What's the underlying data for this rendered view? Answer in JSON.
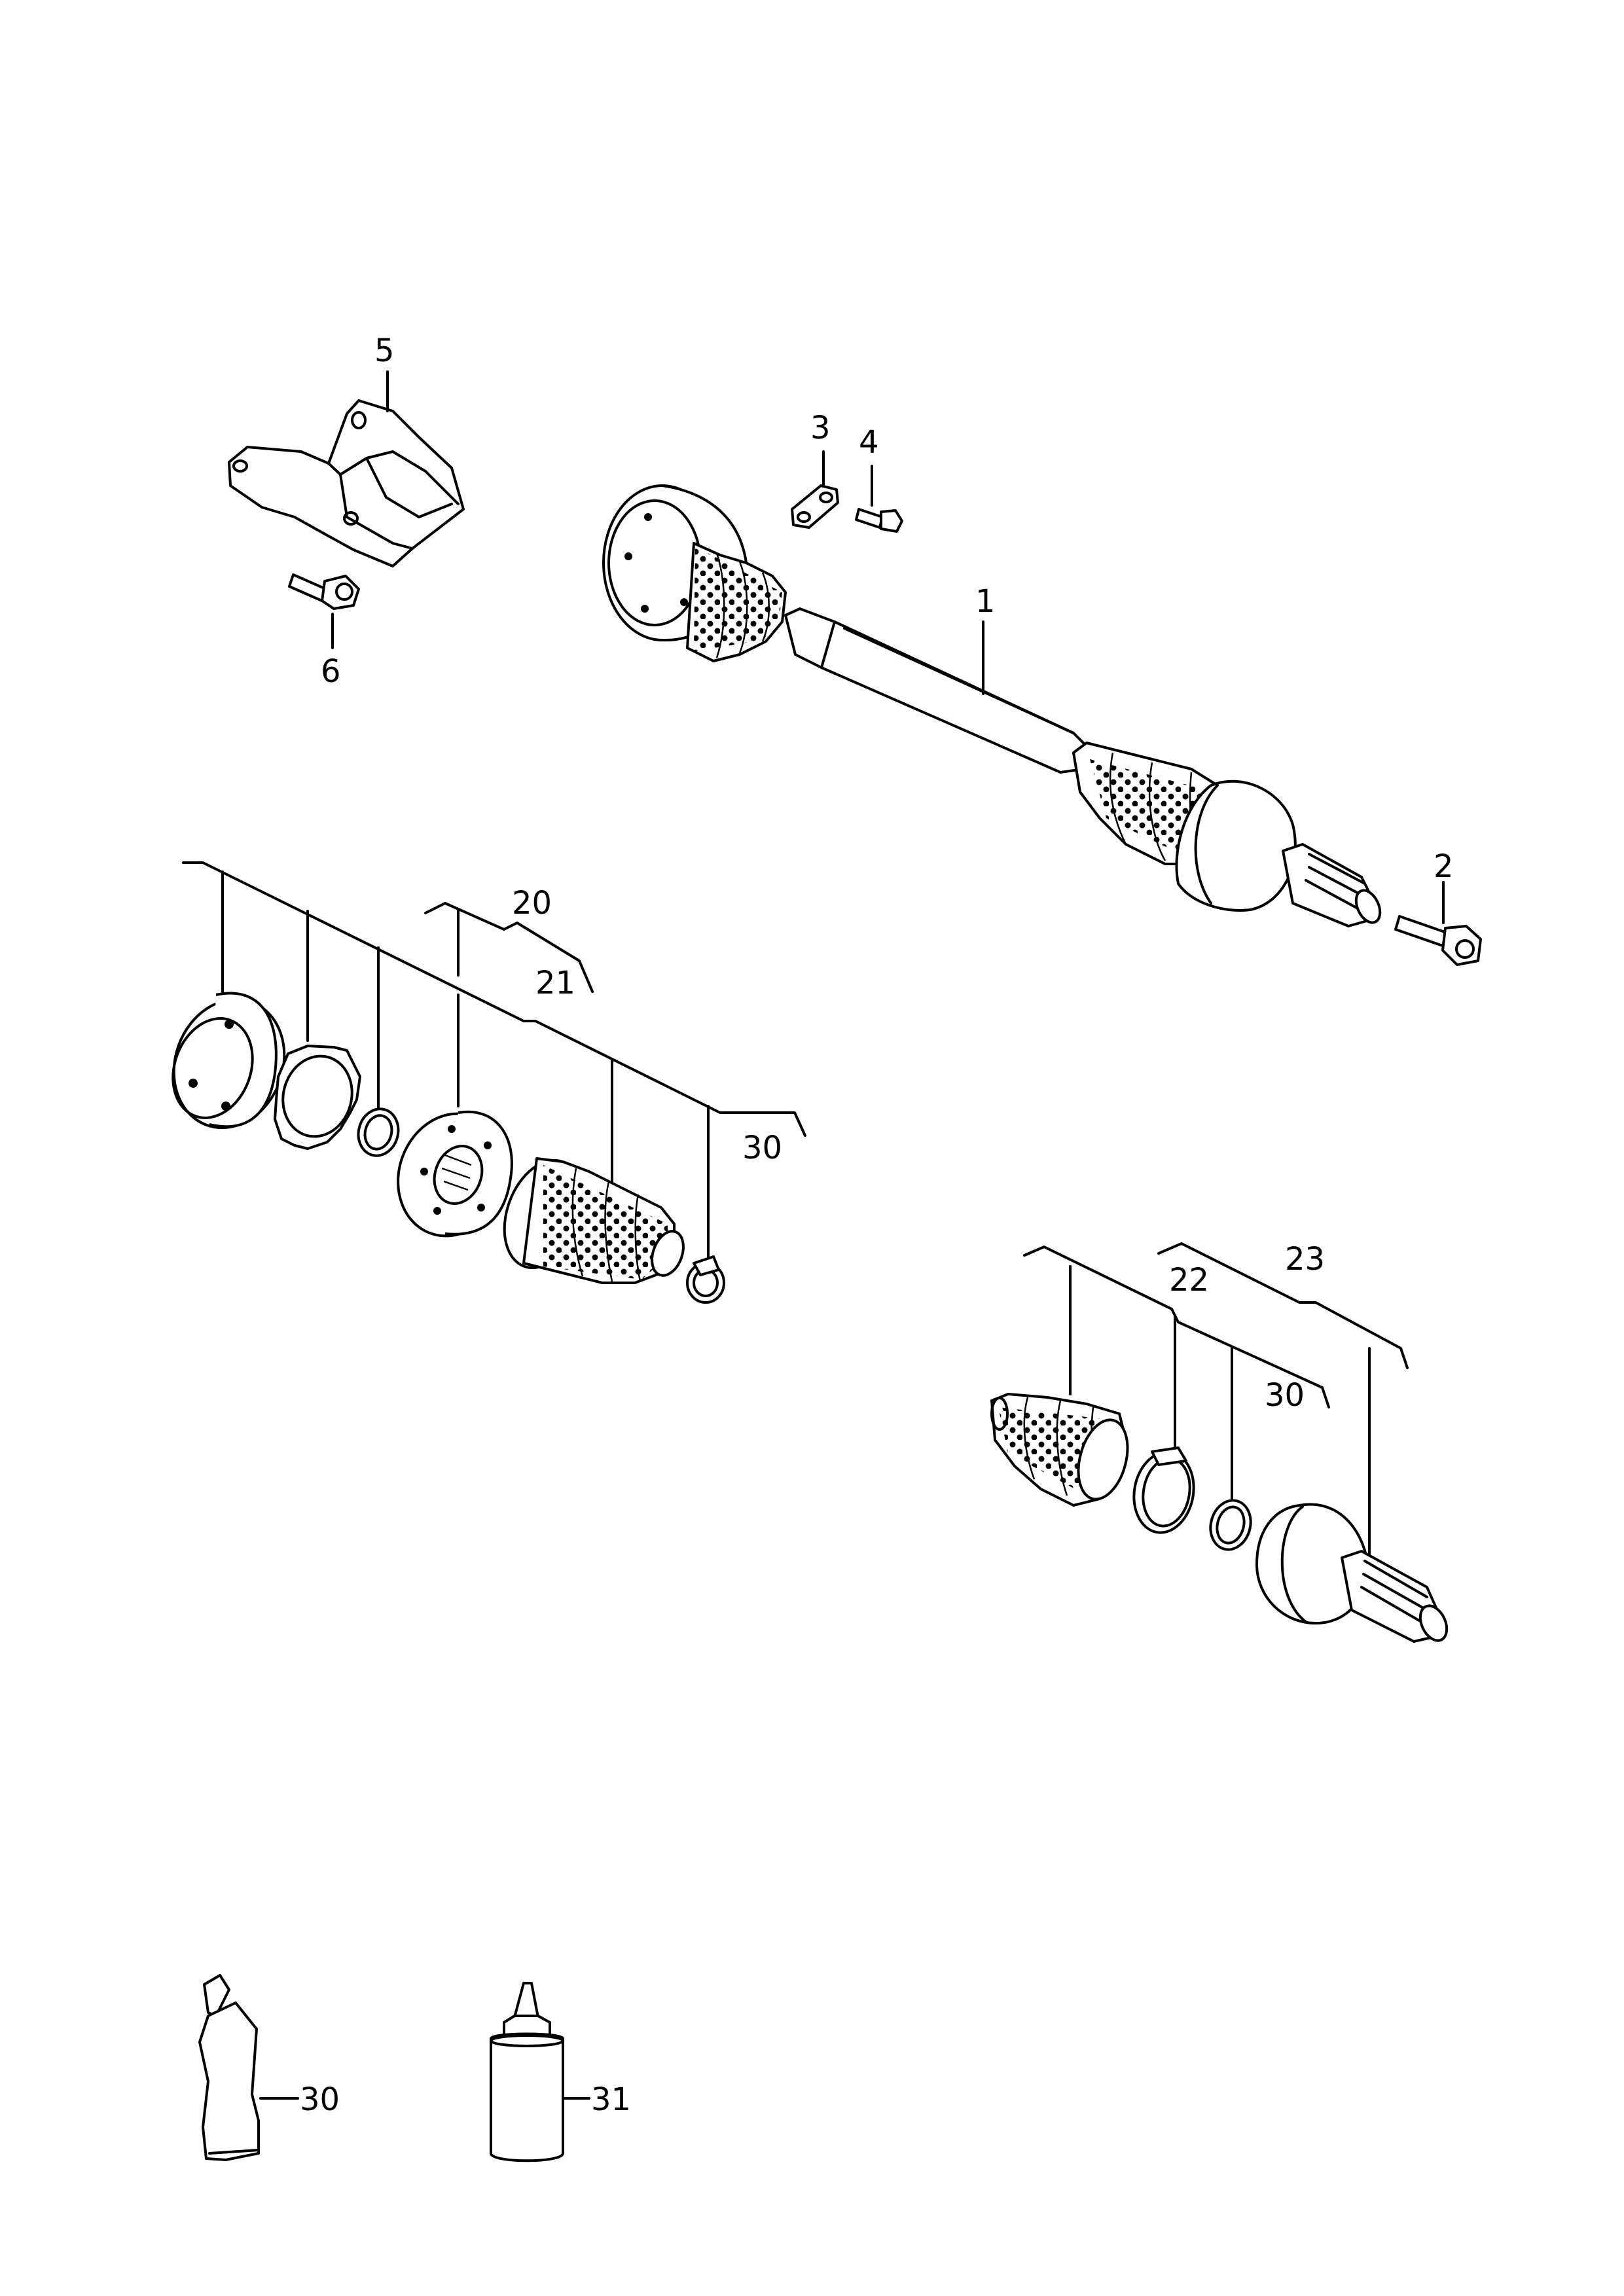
{
  "diagram": {
    "callouts": {
      "c1": "1",
      "c2": "2",
      "c3": "3",
      "c4": "4",
      "c5": "5",
      "c6": "6",
      "c20": "20",
      "c21": "21",
      "c30a": "30",
      "c22": "22",
      "c23": "23",
      "c30b": "30",
      "c30c": "30",
      "c31": "31"
    }
  }
}
